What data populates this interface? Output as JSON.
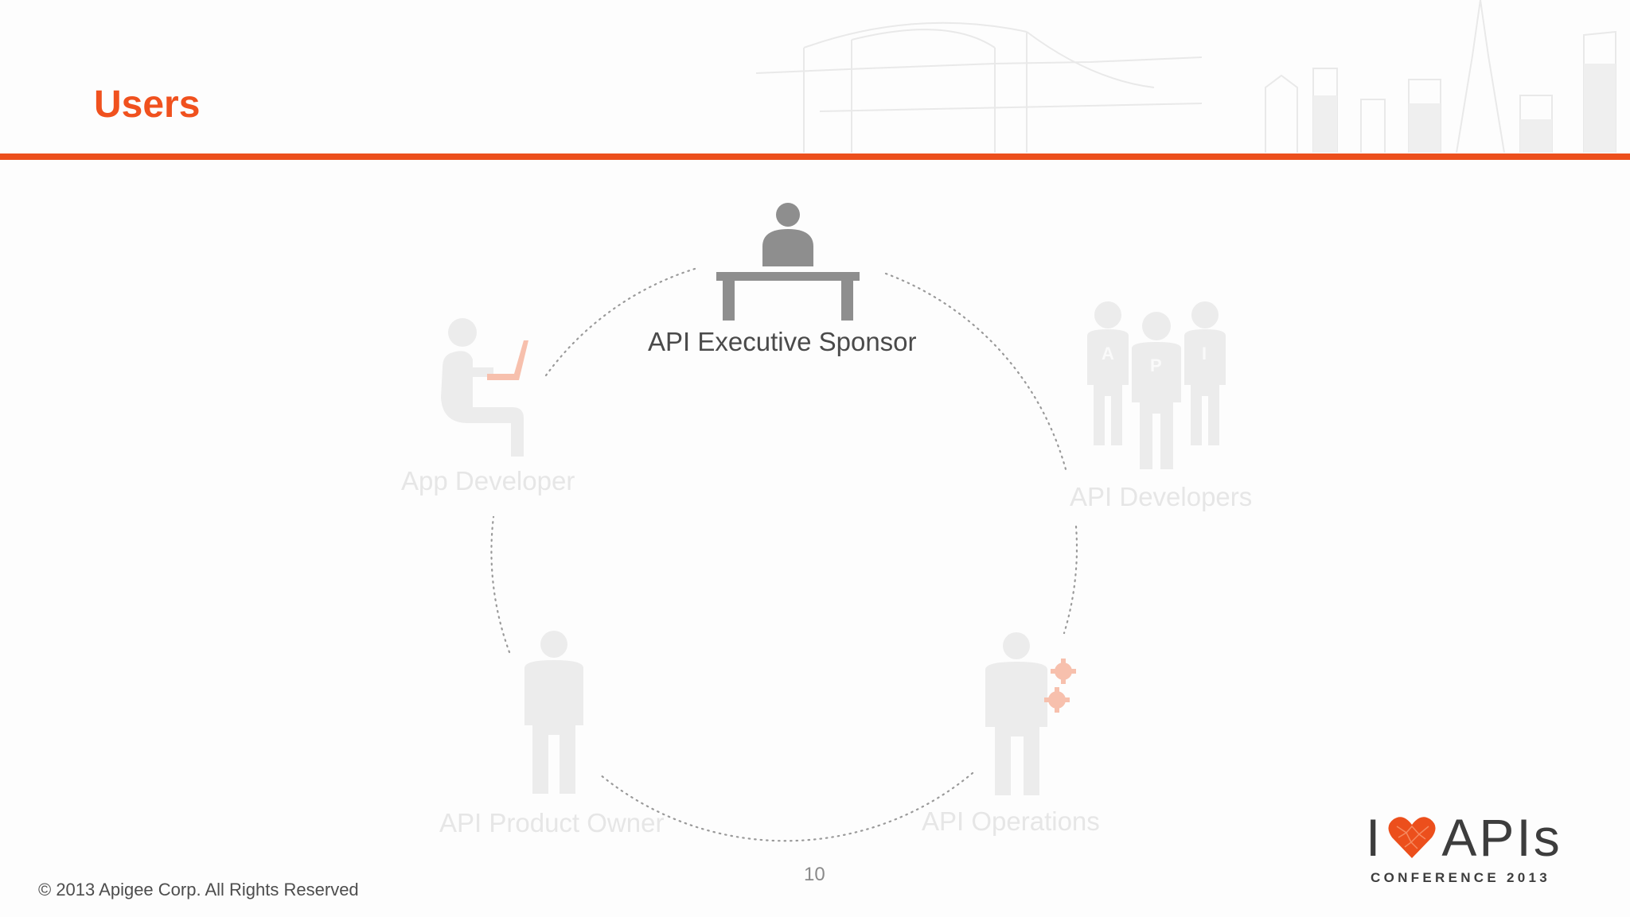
{
  "slide": {
    "title": "Users",
    "page_number": "10",
    "copyright": "© 2013 Apigee Corp. All Rights Reserved"
  },
  "roles": [
    {
      "label": "API Executive Sponsor",
      "highlighted": true,
      "icon": "executive-desk-icon"
    },
    {
      "label": "API Developers",
      "highlighted": false,
      "icon": "developer-group-icon"
    },
    {
      "label": "API Operations",
      "highlighted": false,
      "icon": "operations-gear-icon"
    },
    {
      "label": "API Product Owner",
      "highlighted": false,
      "icon": "person-icon"
    },
    {
      "label": "App Developer",
      "highlighted": false,
      "icon": "laptop-user-icon"
    }
  ],
  "group_letters": [
    "A",
    "P",
    "I"
  ],
  "logo": {
    "prefix": "I",
    "word": "APIs",
    "subtitle": "CONFERENCE 2013"
  },
  "colors": {
    "accent": "#ec4f1c",
    "active_icon": "#8e8e8e",
    "faded_icon": "#ececec",
    "faded_accent": "#f7c0ad"
  }
}
